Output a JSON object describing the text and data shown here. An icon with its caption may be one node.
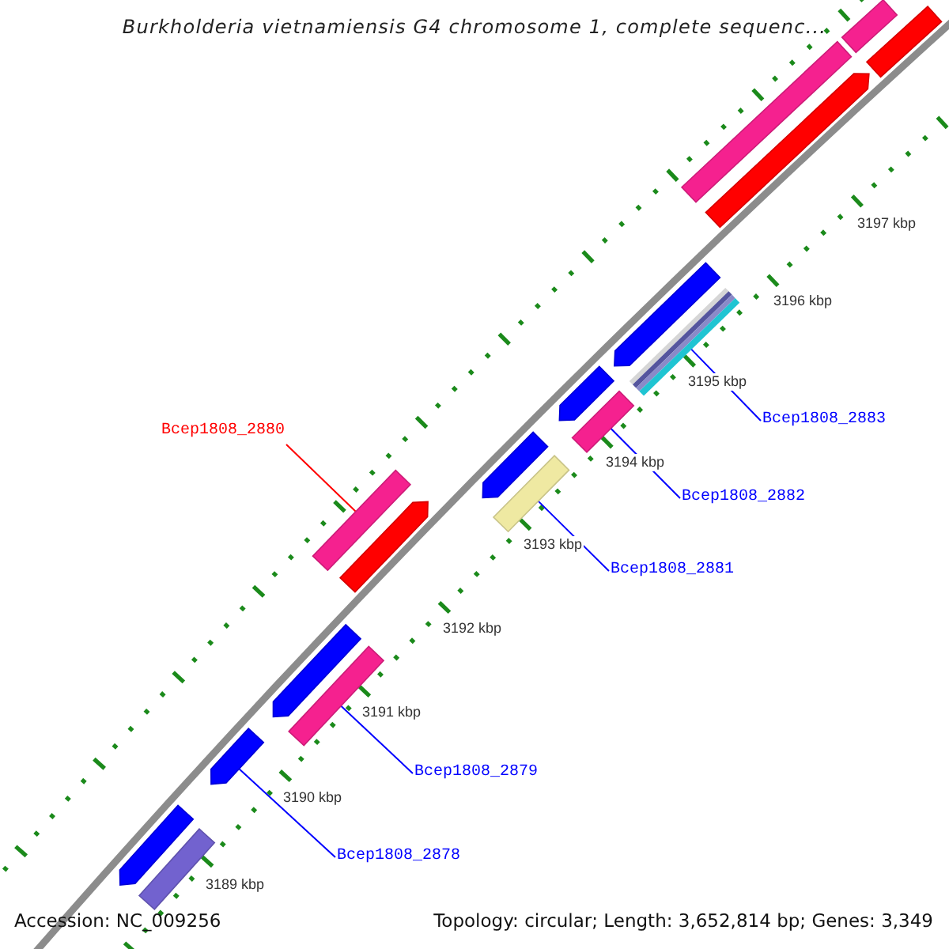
{
  "diagram": {
    "title": "Burkholderia vietnamiensis G4 chromosome 1, complete sequenc...",
    "nodes": [
      {
        "text": [
          "Bcep1808_2883"
        ]
      },
      {
        "text": [],
        "shape": "bar"
      },
      {
        "text": [
          "Bcep1808_2882"
        ]
      },
      {
        "text": [],
        "shape": "bar"
      },
      {
        "text": [
          "Bcep1808_2881"
        ]
      },
      {
        "text": [],
        "shape": "bar"
      },
      {
        "text": [
          "Bcep1808_2880"
        ]
      },
      {
        "text": [],
        "shape": "bar"
      },
      {
        "text": [
          "Bcep1808_2879"
        ]
      },
      {
        "text": [],
        "shape": "bar"
      },
      {
        "text": [
          "Bcep1808_2878"
        ]
      },
      {
        "text": [],
        "shape": "bar"
      },
      {
        "text": [],
        "shape": "bar"
      },
      {
        "text": [],
        "shape": "bar"
      },
      {
        "text": [],
        "shape": "bar"
      },
      {
        "text": [],
        "shape": "bar"
      },
      {
        "text": [],
        "shape": "bar"
      },
      {
        "text": [],
        "shape": "bar"
      },
      {
        "text": [],
        "shape": "bar"
      },
      {
        "text": [],
        "shape": "bar"
      },
      {
        "text": [],
        "shape": "bar"
      },
      {
        "text": [],
        "shape": "bar"
      },
      {
        "text": [],
        "shape": "bar"
      }
    ],
    "edges": [
      {
        "from": 0,
        "to": 1,
        "arrow": "none"
      },
      {
        "from": 2,
        "to": 3,
        "arrow": "none"
      },
      {
        "from": 4,
        "to": 5,
        "arrow": "none"
      },
      {
        "from": 6,
        "to": 7,
        "arrow": "none",
        "color": "#ff0000"
      },
      {
        "from": 8,
        "to": 9,
        "arrow": "none"
      },
      {
        "from": 10,
        "to": 11,
        "arrow": "none"
      }
    ],
    "labels": [
      "3197 kbp",
      "3196 kbp",
      "3195 kbp",
      "3194 kbp",
      "3193 kbp",
      "3192 kbp",
      "3191 kbp",
      "3190 kbp",
      "3189 kbp",
      "Accession: NC_009256",
      "Topology: circular; Length: 3,652,814 bp; Genes: 3,349"
    ]
  }
}
